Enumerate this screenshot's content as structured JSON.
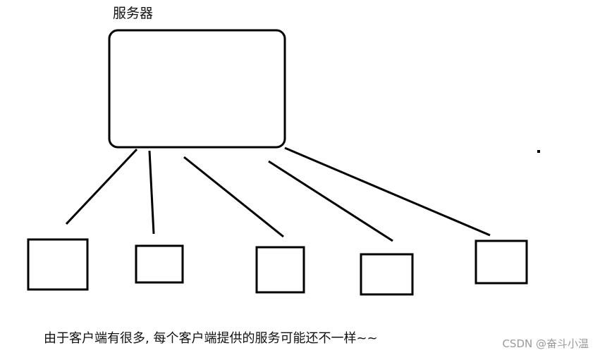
{
  "diagram": {
    "server_label": "服务器",
    "caption": "由于客户端有很多, 每个客户端提供的服务可能还不一样~~",
    "watermark": "CSDN @奋斗小温",
    "stroke_color": "#000000",
    "background_color": "#ffffff"
  }
}
